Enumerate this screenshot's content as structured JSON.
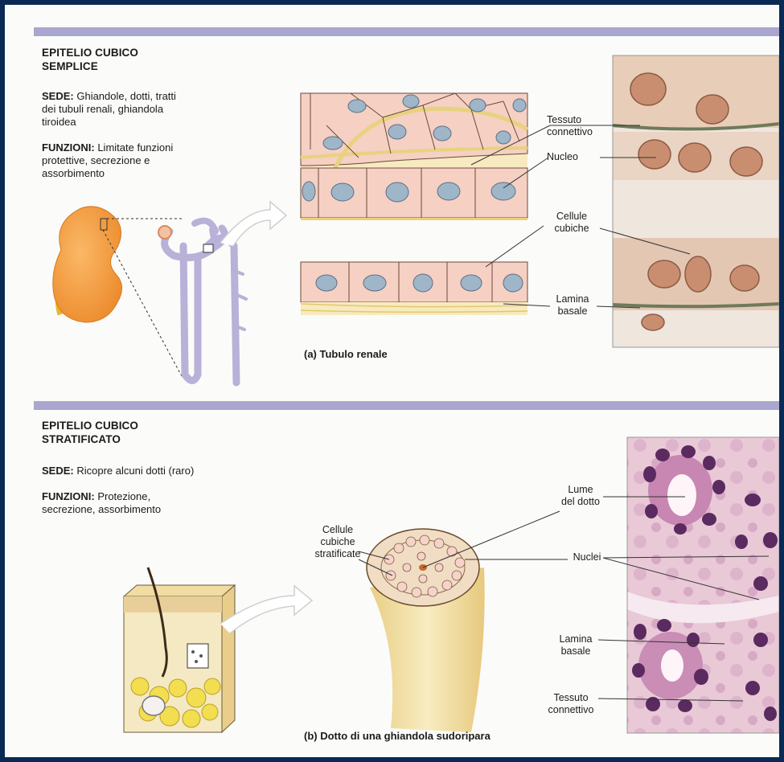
{
  "section_a": {
    "title_line1": "EPITELIO CUBICO",
    "title_line2": "SEMPLICE",
    "sede_label": "SEDE:",
    "sede_text": [
      " Ghiandole, dotti, tratti",
      "dei tubuli renali, ghiandola",
      "tiroidea"
    ],
    "funzioni_label": "FUNZIONI:",
    "funzioni_text": [
      " Limitate funzioni",
      "protettive, secrezione e",
      "assorbimento"
    ],
    "labels": {
      "tessuto": [
        "Tessuto",
        "connettivo"
      ],
      "nucleo": "Nucleo",
      "cellule": [
        "Cellule",
        "cubiche"
      ],
      "lamina": [
        "Lamina",
        "basale"
      ]
    },
    "caption": "(a) Tubulo renale"
  },
  "section_b": {
    "title_line1": "EPITELIO CUBICO",
    "title_line2": "STRATIFICATO",
    "sede_label": "SEDE:",
    "sede_text": " Ricopre alcuni dotti (raro)",
    "funzioni_label": "FUNZIONI:",
    "funzioni_text": [
      " Protezione,",
      "secrezione, assorbimento"
    ],
    "labels": {
      "lume": [
        "Lume",
        "del dotto"
      ],
      "cellule": [
        "Cellule",
        "cubiche",
        "stratificate"
      ],
      "nuclei": "Nuclei",
      "lamina": [
        "Lamina",
        "basale"
      ],
      "tessuto": [
        "Tessuto",
        "connettivo"
      ]
    },
    "caption": "(b) Dotto di una ghiandola sudoripara"
  },
  "colors": {
    "frame": "#0a2a55",
    "section_bar": "#a9a6cf",
    "cell_fill": "#f6d3c8",
    "nucleus": "#9fb6c9",
    "kidney": "#f29a3a",
    "duct": "#f4e2a8",
    "stain_pink": "#d59ac1",
    "stain_purple": "#6a2e6a"
  }
}
